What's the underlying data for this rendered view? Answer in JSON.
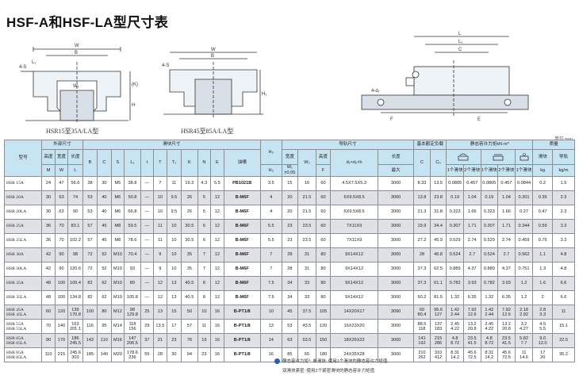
{
  "title": "HSF-A和HSF-LA型尺寸表",
  "captions": {
    "left": "HSR15至35A/LA型",
    "middle": "HSR45至85A/LA型"
  },
  "unit_note": "单位:mm",
  "headers": {
    "model": "型号",
    "outer": "外部尺寸",
    "outer_h": "高度",
    "outer_w": "宽度",
    "outer_l": "长度",
    "block": "滑块尺寸",
    "grease": "油嘴",
    "rail": "导轨尺寸",
    "rail_w": "宽度",
    "rail_h": "高度",
    "rail_len": "长度",
    "rating": "基本额定负载",
    "moment": "静态容许力矩kN·m*",
    "mass": "质量",
    "block_mass": "滑块",
    "rail_mass": "导轨",
    "single": "1个滑块",
    "double": "2个滑块",
    "max": "最大",
    "sym": [
      "M",
      "W",
      "L",
      "B",
      "C",
      "S",
      "L₁",
      "t",
      "T",
      "T₁",
      "K",
      "N",
      "E",
      "H₃",
      "W₁\n±0.05",
      "W₂",
      "F",
      "d₁×d₂×h",
      "C",
      "C₀",
      "Mₐ",
      "M_B",
      "M_C",
      "kg",
      "kg/m"
    ],
    "units_kn": "kN"
  },
  "rows": [
    {
      "model": "HSR 15A",
      "M": "24",
      "W": "47",
      "L": "56.6",
      "B": "38",
      "C": "30",
      "S": "M5",
      "L1": "38.8",
      "t": "—",
      "T": "7",
      "T1": "11",
      "K": "19.3",
      "N": "4.3",
      "E": "5.5",
      "grease": "PB1021B",
      "H3": "3.5",
      "W1": "15",
      "W2": "16",
      "F": "60",
      "d": "4.5X7.5X5.3",
      "len": "3000",
      "Cd": "8.33",
      "C0": "13.5",
      "MA1": "0.0805",
      "MA2": "0.457",
      "MB1": "0.0805",
      "MB2": "0.457",
      "MC": "0.0844",
      "kg": "0.2",
      "kgm": "1.5"
    },
    {
      "model": "HSR 20A",
      "M": "30",
      "W": "63",
      "L": "74",
      "B": "53",
      "C": "40",
      "S": "M6",
      "L1": "50.8",
      "t": "—",
      "T": "10",
      "T1": "9.5",
      "K": "26",
      "N": "5",
      "E": "12",
      "grease": "B-M6F",
      "H3": "4",
      "W1": "20",
      "W2": "21.5",
      "F": "60",
      "d": "6X9.5X8.5",
      "len": "3000",
      "Cd": "13.8",
      "C0": "23.8",
      "MA1": "0.19",
      "MA2": "1.04",
      "MB1": "0.19",
      "MB2": "1.04",
      "MC": "0.201",
      "kg": "0.35",
      "kgm": "2.3"
    },
    {
      "model": "HSR 20LA",
      "M": "30",
      "W": "63",
      "L": "90",
      "B": "53",
      "C": "40",
      "S": "M6",
      "L1": "66.8",
      "t": "—",
      "T": "10",
      "T1": "9.5",
      "K": "26",
      "N": "5",
      "E": "12",
      "grease": "B-M6F",
      "H3": "4",
      "W1": "20",
      "W2": "21.5",
      "F": "60",
      "d": "6X9.5X8.5",
      "len": "3000",
      "Cd": "21.3",
      "C0": "31.8",
      "MA1": "0.323",
      "MA2": "1.66",
      "MB1": "0.323",
      "MB2": "1.66",
      "MC": "0.27",
      "kg": "0.47",
      "kgm": "2.3"
    },
    {
      "model": "HSR 25A",
      "M": "36",
      "W": "70",
      "L": "83.1",
      "B": "57",
      "C": "45",
      "S": "M8",
      "L1": "59.5",
      "t": "—",
      "T": "11",
      "T1": "10",
      "K": "30.5",
      "N": "6",
      "E": "12",
      "grease": "B-M6F",
      "H3": "5.5",
      "W1": "23",
      "W2": "23.5",
      "F": "60",
      "d": "7X11X9",
      "len": "3000",
      "Cd": "19.9",
      "C0": "34.4",
      "MA1": "0.307",
      "MA2": "1.71",
      "MB1": "0.307",
      "MB2": "1.71",
      "MC": "0.344",
      "kg": "0.59",
      "kgm": "3.3"
    },
    {
      "model": "HSR 25LA",
      "M": "36",
      "W": "70",
      "L": "102.2",
      "B": "57",
      "C": "45",
      "S": "M8",
      "L1": "78.6",
      "t": "—",
      "T": "11",
      "T1": "10",
      "K": "30.5",
      "N": "6",
      "E": "12",
      "grease": "B-M6F",
      "H3": "5.5",
      "W1": "23",
      "W2": "23.5",
      "F": "60",
      "d": "7X11X9",
      "len": "3000",
      "Cd": "27.2",
      "C0": "45.9",
      "MA1": "0.529",
      "MA2": "2.74",
      "MB1": "0.529",
      "MB2": "2.74",
      "MC": "0.459",
      "kg": "0.75",
      "kgm": "3.3"
    },
    {
      "model": "HSR 30A",
      "M": "42",
      "W": "90",
      "L": "98",
      "B": "72",
      "C": "52",
      "S": "M10",
      "L1": "70.4",
      "t": "—",
      "T": "9",
      "T1": "10",
      "K": "35",
      "N": "7",
      "E": "12",
      "grease": "B-M6F",
      "H3": "7",
      "W1": "28",
      "W2": "31",
      "F": "80",
      "d": "9X14X12",
      "len": "3000",
      "Cd": "28",
      "C0": "46.8",
      "MA1": "0.524",
      "MA2": "2.7",
      "MB1": "0.524",
      "MB2": "2.7",
      "MC": "0.562",
      "kg": "1.1",
      "kgm": "4.8"
    },
    {
      "model": "HSR 30LA",
      "M": "42",
      "W": "90",
      "L": "120.6",
      "B": "72",
      "C": "52",
      "S": "M10",
      "L1": "93",
      "t": "—",
      "T": "9",
      "T1": "10",
      "K": "35",
      "N": "7",
      "E": "12",
      "grease": "B-M6F",
      "H3": "7",
      "W1": "28",
      "W2": "31",
      "F": "80",
      "d": "9X14X12",
      "len": "3000",
      "Cd": "37.3",
      "C0": "62.5",
      "MA1": "0.889",
      "MA2": "4.37",
      "MB1": "0.889",
      "MB2": "4.37",
      "MC": "0.751",
      "kg": "1.3",
      "kgm": "4.8"
    },
    {
      "model": "HSR 35A",
      "M": "48",
      "W": "100",
      "L": "109.4",
      "B": "82",
      "C": "62",
      "S": "M10",
      "L1": "80",
      "t": "—",
      "T": "12",
      "T1": "13",
      "K": "40.5",
      "N": "8",
      "E": "12",
      "grease": "B-M6F",
      "H3": "7.5",
      "W1": "34",
      "W2": "33",
      "F": "80",
      "d": "9X14X12",
      "len": "3000",
      "Cd": "37.3",
      "C0": "61.1",
      "MA1": "0.782",
      "MA2": "3.93",
      "MB1": "0.782",
      "MB2": "3.93",
      "MC": "1.2",
      "kg": "1.6",
      "kgm": "6.6"
    },
    {
      "model": "HSR 35LA",
      "M": "48",
      "W": "100",
      "L": "134.8",
      "B": "82",
      "C": "62",
      "S": "M10",
      "L1": "105.8",
      "t": "—",
      "T": "12",
      "T1": "13",
      "K": "40.5",
      "N": "8",
      "E": "12",
      "grease": "B-M6F",
      "H3": "7.5",
      "W1": "34",
      "W2": "33",
      "F": "80",
      "d": "9X14X12",
      "len": "3000",
      "Cd": "50.2",
      "C0": "81.5",
      "MA1": "1.32",
      "MA2": "6.35",
      "MB1": "1.32",
      "MB2": "6.35",
      "MC": "1.2",
      "kg": "2",
      "kgm": "6.6"
    },
    {
      "model": "HSR 45A\nHSR 45LA",
      "M": "60",
      "W": "120",
      "L": "139\n170.8",
      "B": "100",
      "C": "80",
      "S": "M12",
      "L1": "98\n129.8",
      "t": "25",
      "T": "13",
      "T1": "15",
      "K": "50",
      "N": "10",
      "E": "16",
      "grease": "B-PT1/8",
      "H3": "10",
      "W1": "45",
      "W2": "37.5",
      "F": "105",
      "d": "14X20X17",
      "len": "3090",
      "Cd": "60\n80.4",
      "C0": "95.6\n127",
      "MA1": "1.42\n2.44",
      "MA2": "7.92\n12.6",
      "MB1": "1.42\n2.44",
      "MB2": "7.92\n12.6",
      "MC": "2.18\n2.92",
      "kg": "2.8\n3.3",
      "kgm": "11"
    },
    {
      "model": "HSR 55A\nHSR 55LA",
      "M": "70",
      "W": "140",
      "L": "163\n201.1",
      "B": "116",
      "C": "95",
      "S": "M14",
      "L1": "118\n156",
      "t": "29",
      "T": "13.5",
      "T1": "17",
      "K": "57",
      "N": "11",
      "E": "16",
      "grease": "B-PT1/8",
      "H3": "13",
      "W1": "53",
      "W2": "43.5",
      "F": "120",
      "d": "16X23X20",
      "len": "3000",
      "Cd": "88.5\n118",
      "C0": "137\n183",
      "MA1": "2.45\n4.22",
      "MA2": "13.2\n20.8",
      "MB1": "2.45\n4.22",
      "MB2": "13.2\n20.8",
      "MC": "3.2\n4.27",
      "kg": "4.5\n5.5",
      "kgm": "15.1"
    },
    {
      "model": "HSR 65A\nHSR 65LA",
      "M": "90",
      "W": "170",
      "L": "186\n245.5",
      "B": "142",
      "C": "110",
      "S": "M16",
      "L1": "147\n206.5",
      "t": "37",
      "T": "21",
      "T1": "23",
      "K": "76",
      "N": "19",
      "E": "16",
      "grease": "B-PT1/8",
      "H3": "14",
      "W1": "63",
      "W2": "53.5",
      "F": "150",
      "d": "18X26X22",
      "len": "3000",
      "Cd": "141\n192",
      "C0": "215\n286",
      "MA1": "4.8\n8.72",
      "MA2": "23.5\n41.5",
      "MB1": "4.8\n8.72",
      "MB2": "23.5\n41.5",
      "MC": "5.82\n7.7",
      "kg": "9.0\n12.0",
      "kgm": "22.5"
    },
    {
      "model": "HSR 85A\nHSR 85LA",
      "M": "110",
      "W": "215",
      "L": "245.6\n303",
      "B": "185",
      "C": "140",
      "S": "M20",
      "L1": "178.6\n236",
      "t": "55",
      "T": "28",
      "T1": "30",
      "K": "94",
      "N": "23",
      "E": "16",
      "grease": "B-PT1/8",
      "H3": "16",
      "W1": "85",
      "W2": "65",
      "F": "180",
      "d": "24X35X28",
      "len": "3000",
      "Cd": "210\n262",
      "C0": "310\n412",
      "MA1": "8.31\n14.2",
      "MA2": "45.6\n72.5",
      "MB1": "8.31\n14.2",
      "MB2": "45.6\n72.5",
      "MC": "11\n14.6",
      "kg": "17\n20",
      "kgm": "35.2"
    }
  ],
  "notes": [
    "静态容许力矩*: 单滑块: 使用1个滑块的静态容许力矩值;",
    "双滑块紧密: 使用2个紧密滑块的静态容许力矩值"
  ]
}
